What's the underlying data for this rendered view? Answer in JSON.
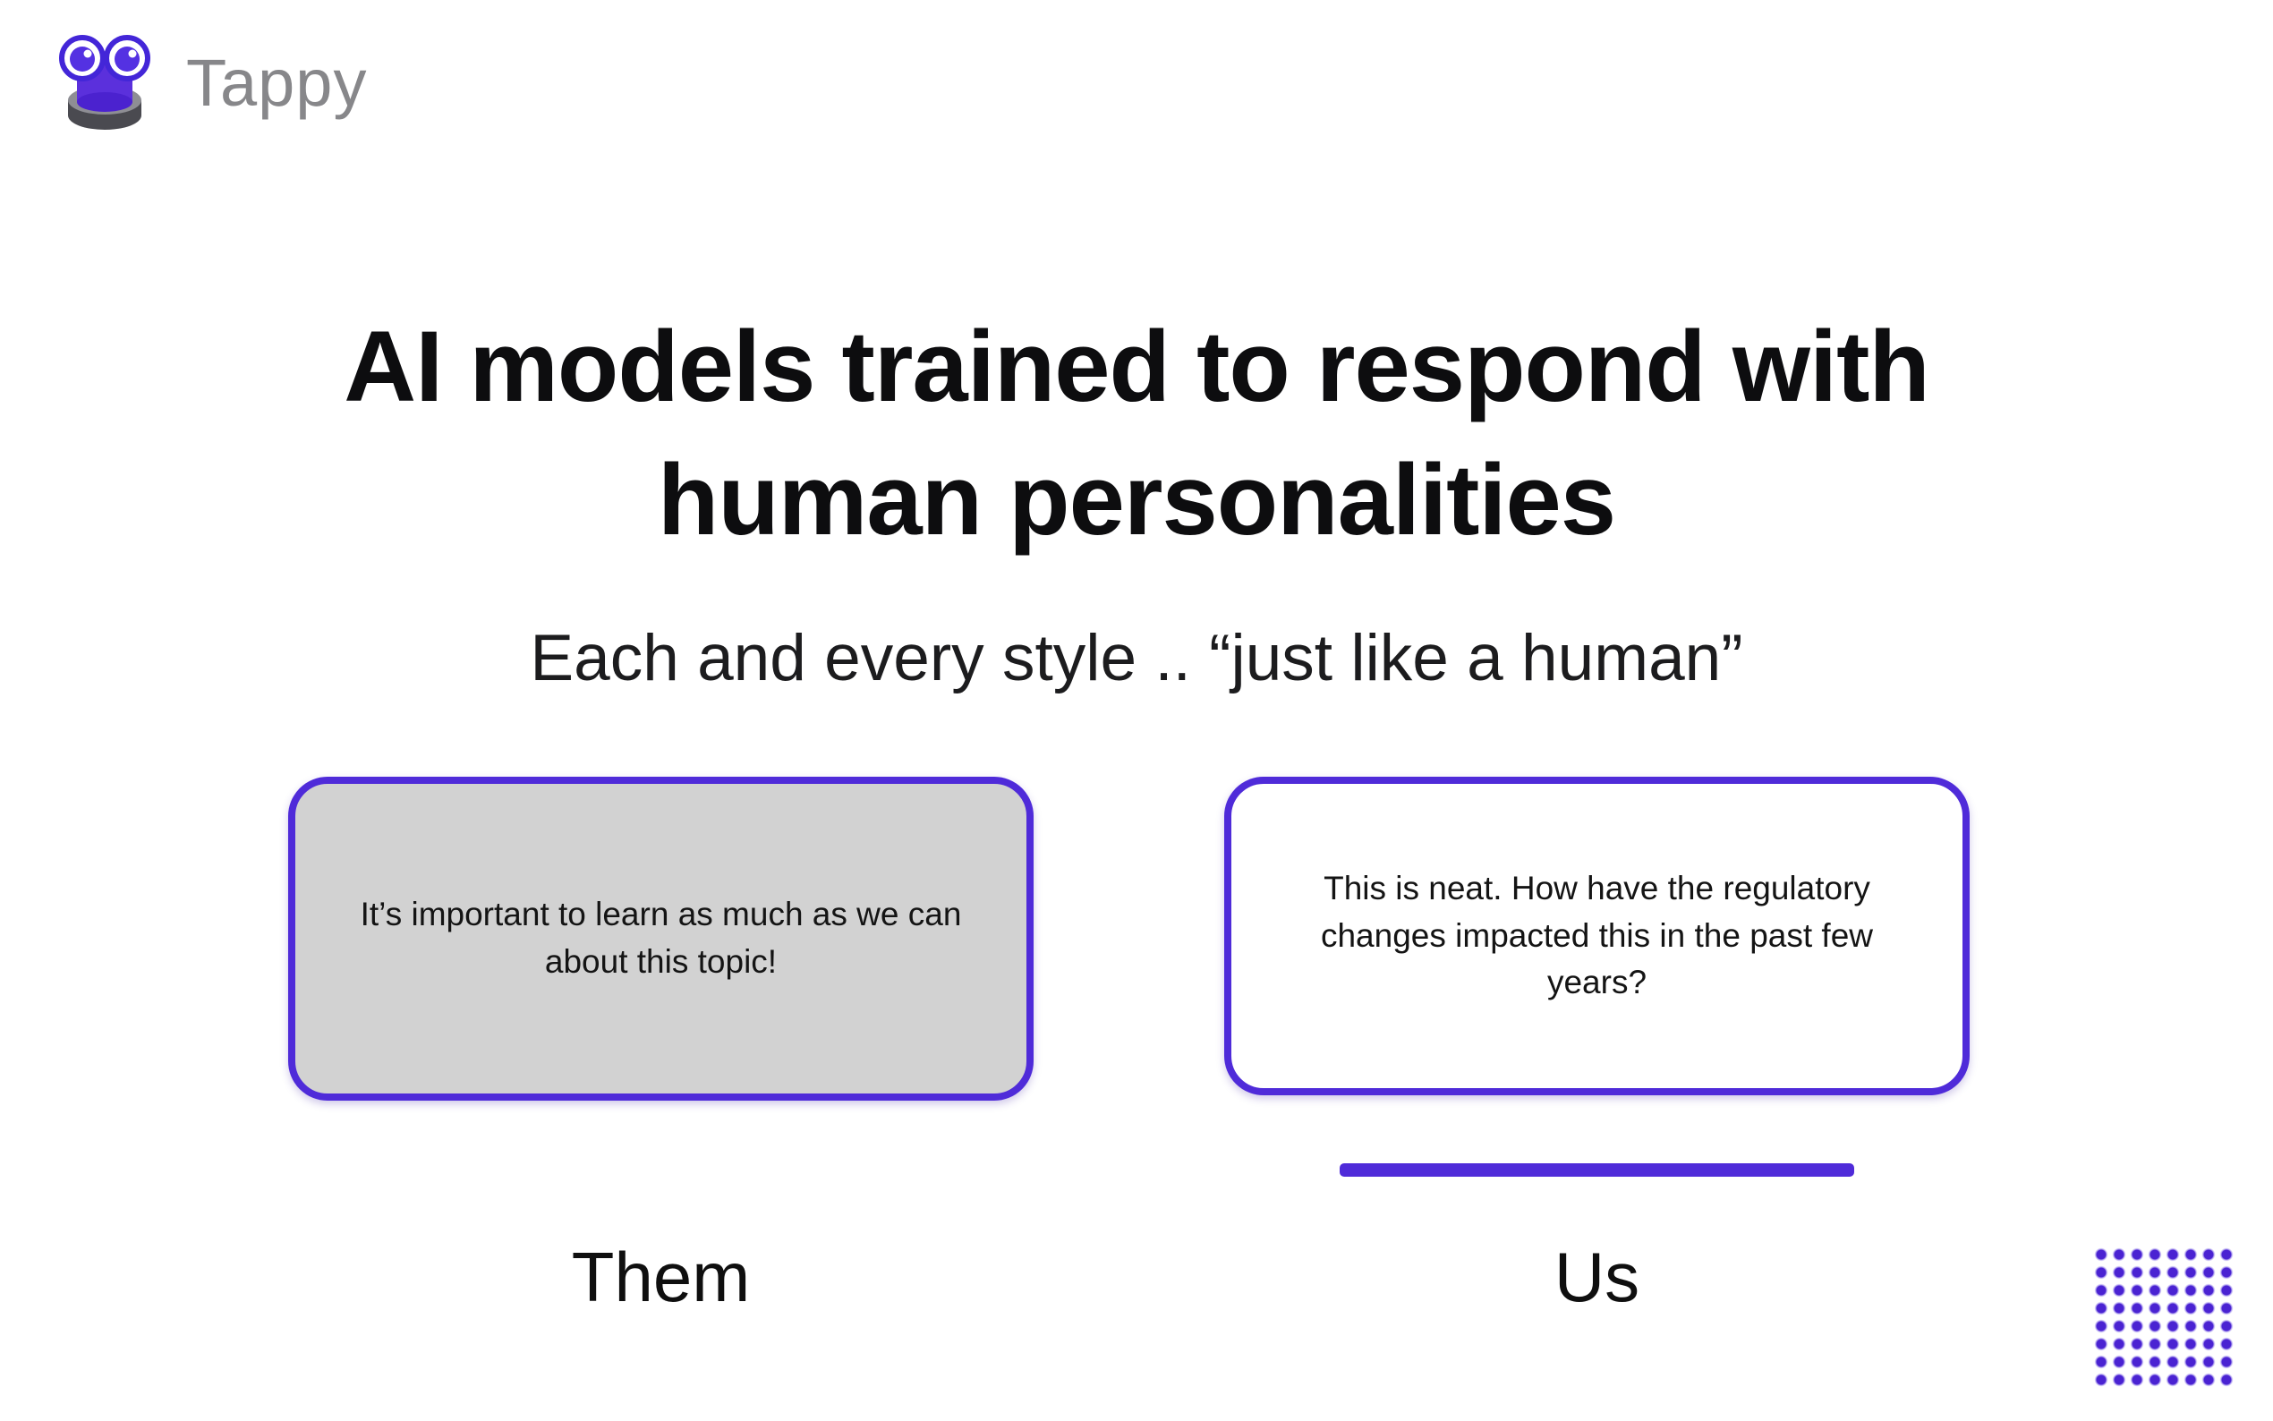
{
  "logo": {
    "brand": "Tappy"
  },
  "hero": {
    "title": "AI models trained to respond with human personalities",
    "subtitle": "Each and every style .. “just like a human”"
  },
  "comparison": {
    "them": {
      "message": "It’s important to learn as much as we can about this topic!",
      "label": "Them"
    },
    "us": {
      "message": "This is neat. How have the regulatory changes impacted this in the past few years?",
      "label": "Us"
    }
  },
  "colors": {
    "accent_purple": "#4f2bd9",
    "card_gray_fill": "#d2d2d2",
    "dot_purple": "#4a23d2",
    "brand_text_gray": "#87878a"
  }
}
